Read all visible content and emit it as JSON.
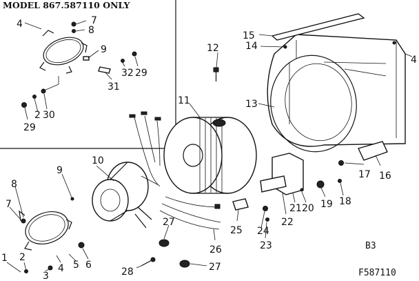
{
  "header": {
    "inset_title": "MODEL 867.587110 ONLY"
  },
  "footer": {
    "sheet_code": "B3",
    "figure_code": "F587110"
  },
  "callouts": {
    "c1": "1",
    "c2a": "2",
    "c2b": "2",
    "c3": "3",
    "c4a": "4",
    "c4b": "4",
    "c4c": "4",
    "c5": "5",
    "c6": "6",
    "c7a": "7",
    "c7b": "7",
    "c8a": "8",
    "c8b": "8",
    "c9a": "9",
    "c9b": "9",
    "c10": "10",
    "c11": "11",
    "c12": "12",
    "c13": "13",
    "c14": "14",
    "c15": "15",
    "c16": "16",
    "c17": "17",
    "c18": "18",
    "c19": "19",
    "c20": "20",
    "c21": "21",
    "c22": "22",
    "c23": "23",
    "c24": "24",
    "c25": "25",
    "c26": "26",
    "c27a": "27",
    "c27b": "27",
    "c28": "28",
    "c29a": "29",
    "c29b": "29",
    "c30": "30",
    "c31": "31",
    "c32": "32"
  }
}
